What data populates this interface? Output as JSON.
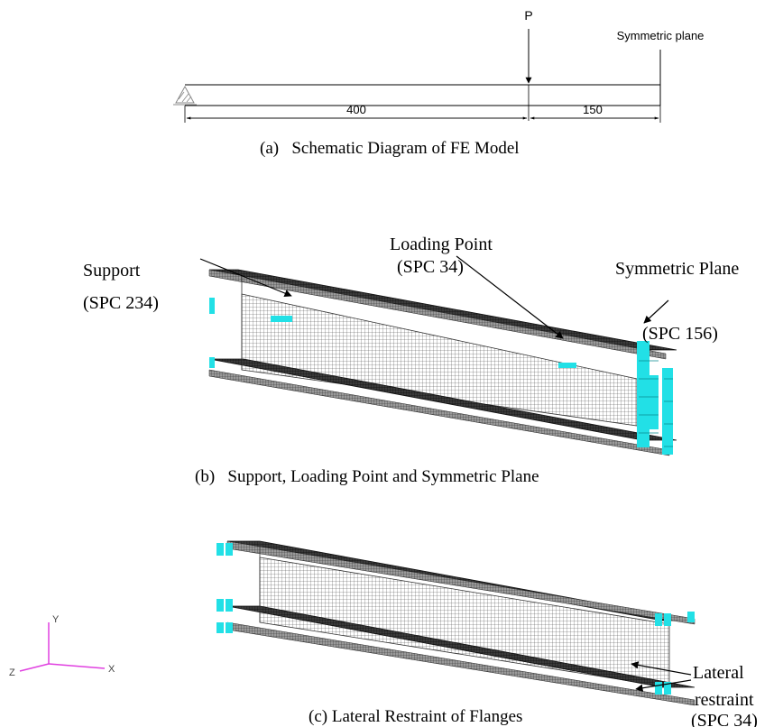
{
  "schematic": {
    "load_label": "P",
    "plane_label": "Symmetric plane",
    "span_left": "400",
    "span_right": "150",
    "caption": "(a)   Schematic Diagram of FE Model"
  },
  "support_view": {
    "support_label": "Support",
    "support_spc": "(SPC 234)",
    "loading_label": "Loading Point",
    "loading_spc": "(SPC 34)",
    "symmetric_label": "Symmetric Plane",
    "symmetric_spc": "(SPC 156)",
    "caption": "(b)   Support, Loading Point and Symmetric Plane"
  },
  "restraint_view": {
    "lateral_line1": "Lateral",
    "lateral_line2": "restraint",
    "lateral_spc": "(SPC 34)",
    "caption": "(c) Lateral Restraint of Flanges"
  },
  "triad": {
    "y": "Y",
    "z": "Z",
    "x": "X"
  },
  "colors": {
    "mesh": "#333333",
    "boundary": "#22e0e6",
    "triad": "#e040e0",
    "ink": "#000000"
  }
}
